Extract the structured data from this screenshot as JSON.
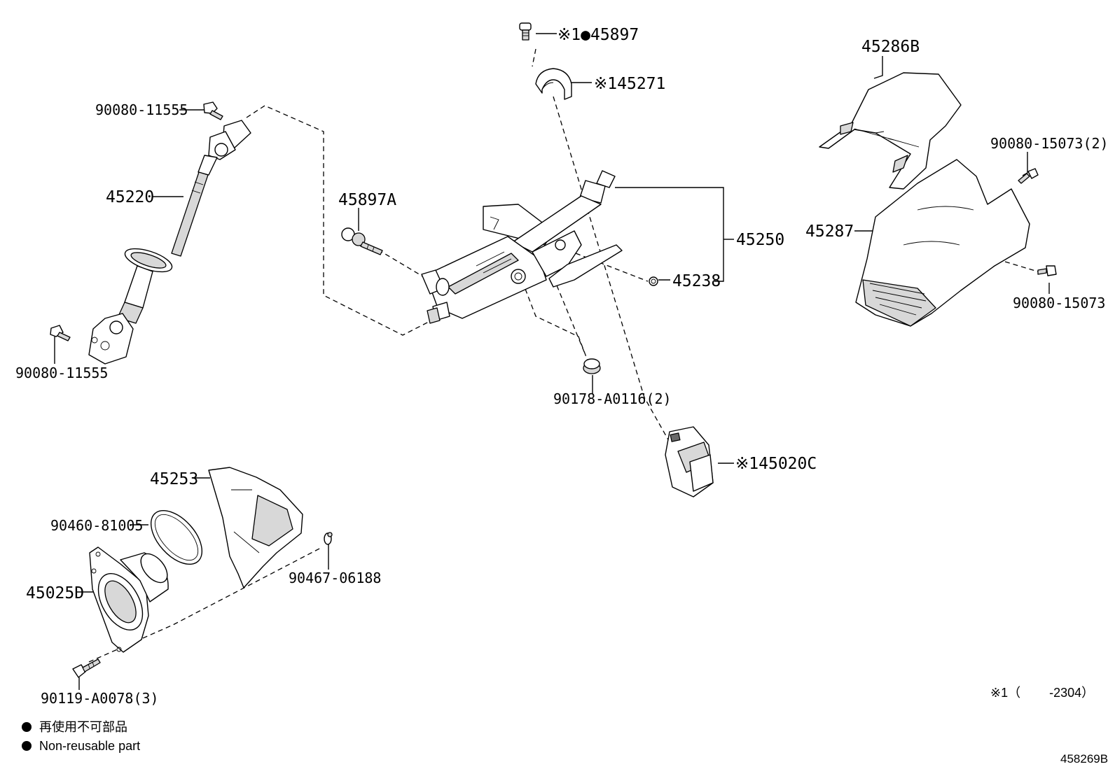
{
  "labels": {
    "p45897": "※1●45897",
    "p45271": "※145271",
    "p45286B": "45286B",
    "p90080_11555_top": "90080-11555",
    "p90080_15073_2": "90080-15073(2)",
    "p45220": "45220",
    "p45897A": "45897A",
    "p45250": "45250",
    "p45287": "45287",
    "p45238": "45238",
    "p90080_15073": "90080-15073",
    "p90080_11555_bottom": "90080-11555",
    "p90178_A0116": "90178-A0116(2)",
    "p45020C": "※145020C",
    "p45253": "45253",
    "p90460_81005": "90460-81005",
    "p90467_06188": "90467-06188",
    "p45025D": "45025D",
    "p90119_A0078": "90119-A0078(3)",
    "footnote": "※1（　　 -2304）"
  },
  "legend": {
    "line_ja": "再使用不可部品",
    "line_en": "Non-reusable part"
  },
  "figure_id": "458269B"
}
